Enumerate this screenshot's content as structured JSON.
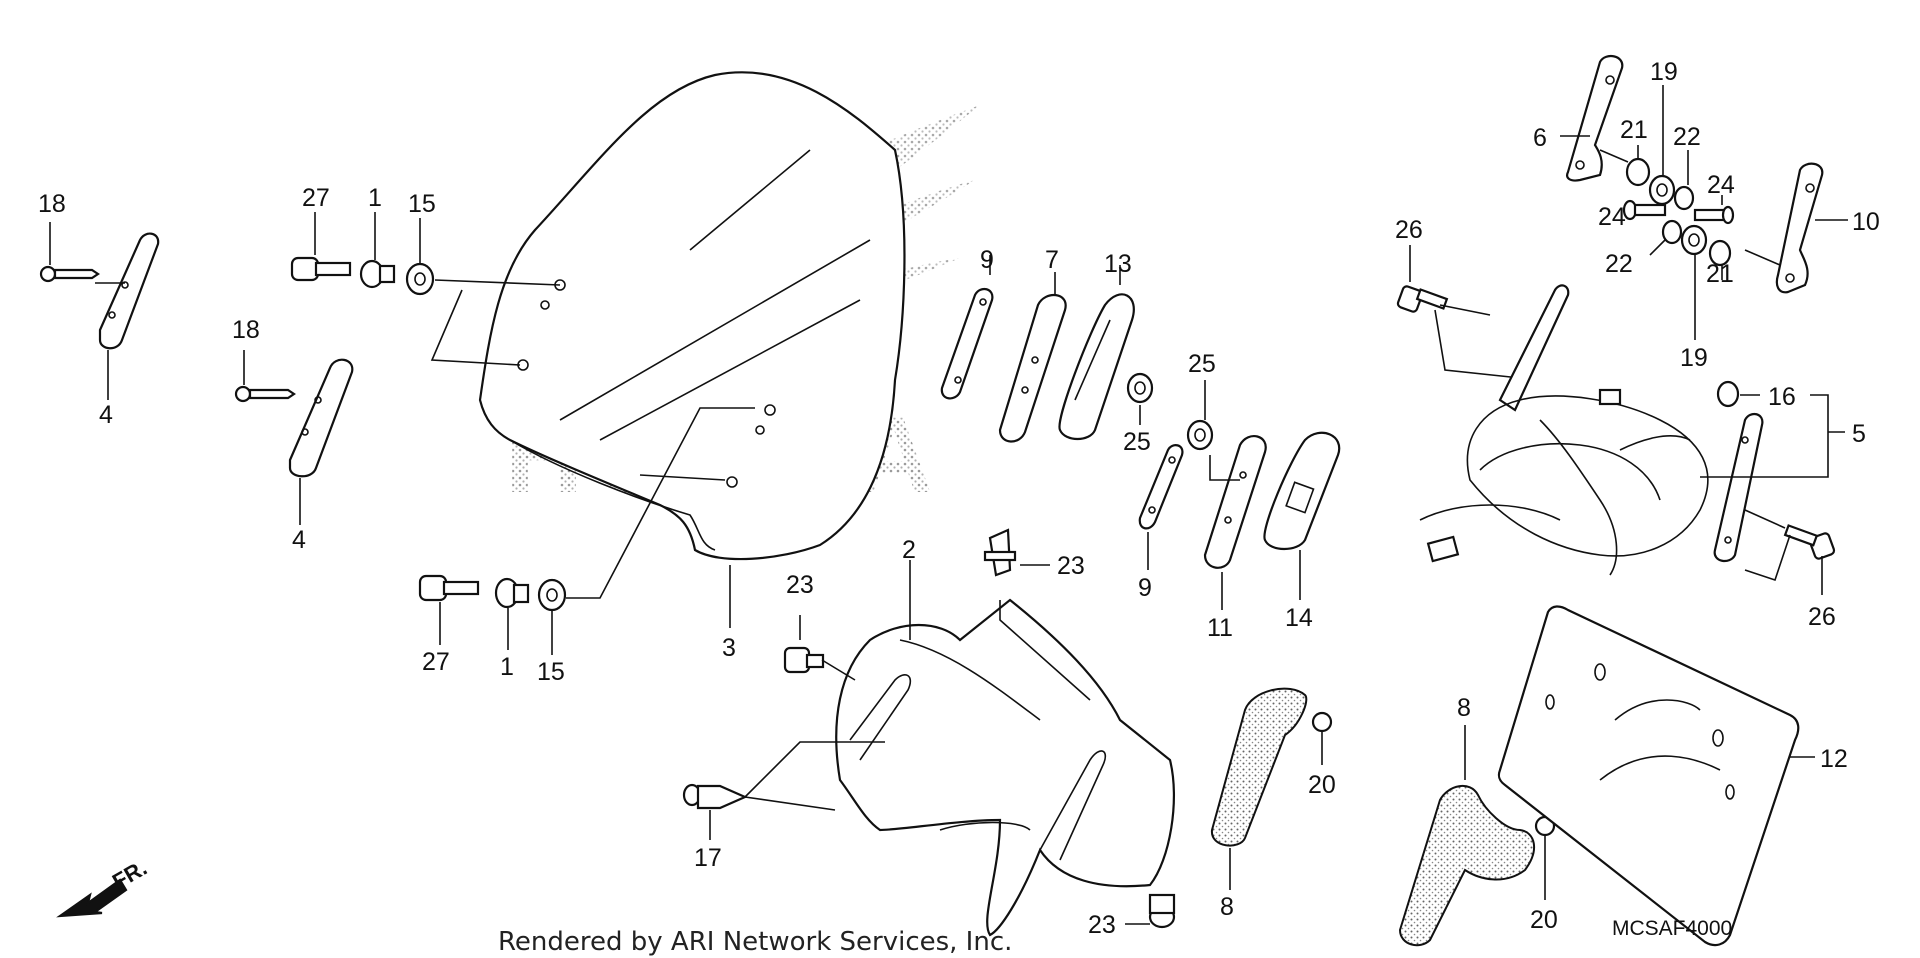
{
  "labels": {
    "c18a": "18",
    "c4a": "4",
    "c18b": "18",
    "c4b": "4",
    "c27a": "27",
    "c1a": "1",
    "c15a": "15",
    "c27b": "27",
    "c1b": "1",
    "c15b": "15",
    "c3": "3",
    "c2": "2",
    "c23a": "23",
    "c23b": "23",
    "c23c": "23",
    "c17": "17",
    "c9a": "9",
    "c7": "7",
    "c13": "13",
    "c25a": "25",
    "c25b": "25",
    "c9b": "9",
    "c11": "11",
    "c14": "14",
    "c8a": "8",
    "c20a": "20",
    "c8b": "8",
    "c20b": "20",
    "c6": "6",
    "c19a": "19",
    "c21a": "21",
    "c22a": "22",
    "c24a": "24",
    "c24b": "24",
    "c22b": "22",
    "c21b": "21",
    "c19b": "19",
    "c10": "10",
    "c26a": "26",
    "c16": "16",
    "c5": "5",
    "c26b": "26",
    "c12": "12"
  },
  "footer": {
    "credit": "Rendered by ARI Network Services, Inc.",
    "diagram_code": "MCSAF4000",
    "direction_label": "FR."
  },
  "watermark": {
    "brand": "HONDA",
    "color": "#9a9a9a"
  },
  "icons": {
    "direction_arrow": "front-direction-arrow-icon"
  }
}
